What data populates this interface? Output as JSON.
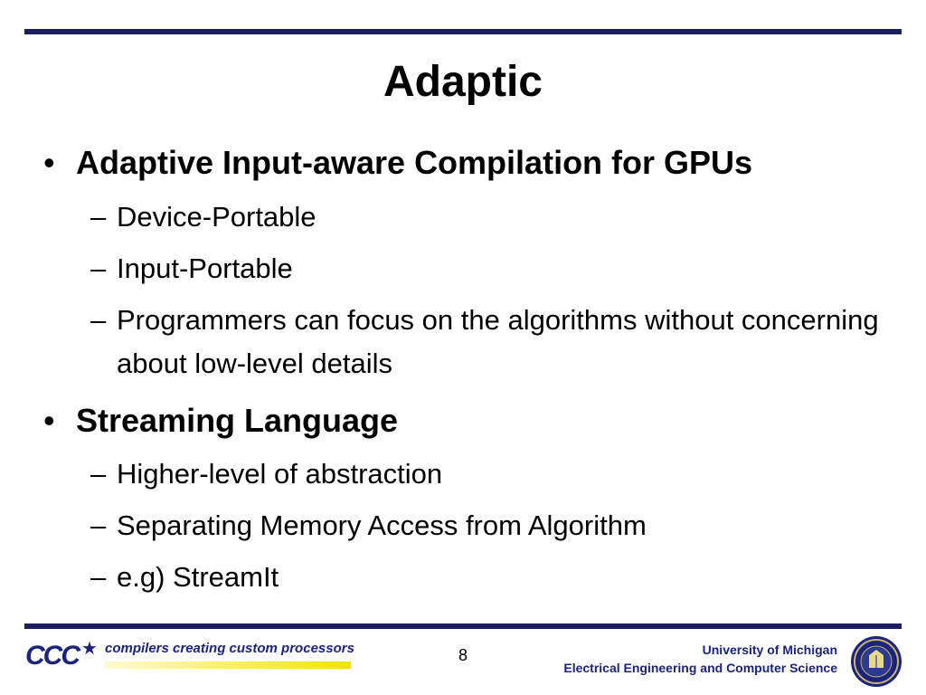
{
  "slide": {
    "title": "Adaptic",
    "bullets": [
      {
        "text": "Adaptive Input-aware Compilation for GPUs",
        "subs": [
          "Device-Portable",
          "Input-Portable",
          "Programmers can focus on the algorithms without concerning about low-level details"
        ]
      },
      {
        "text": "Streaming Language",
        "subs": [
          "Higher-level of abstraction",
          "Separating Memory Access from Algorithm",
          "e.g) StreamIt"
        ]
      }
    ],
    "bullet_glyph": "•",
    "dash_glyph": "–"
  },
  "footer": {
    "logo_letters": "CCC",
    "logo_tagline": "compilers creating custom processors",
    "page_number": "8",
    "university": "University of Michigan",
    "department": "Electrical Engineering and Computer Science",
    "logo_icon": "star-icon",
    "seal_icon": "university-seal-icon"
  },
  "colors": {
    "rule": "#1a1f5e",
    "footer_text": "#1a237e",
    "logo_highlight": "#f3e400"
  }
}
